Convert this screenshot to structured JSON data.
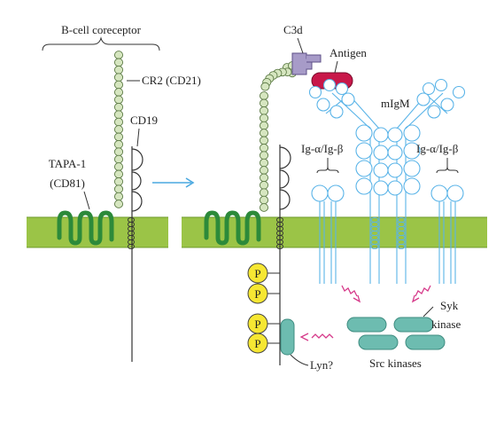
{
  "labels": {
    "bcell_coreceptor": "B-cell coreceptor",
    "cr2": "CR2 (CD21)",
    "cd19": "CD19",
    "tapa1_line1": "TAPA-1",
    "tapa1_line2": "(CD81)",
    "c3d": "C3d",
    "antigen": "Antigen",
    "migm": "mIgM",
    "ig_left": "Ig-α/Ig-β",
    "ig_right": "Ig-α/Ig-β",
    "syk_line1": "Syk",
    "syk_line2": "kinase",
    "src_kinases": "Src kinases",
    "lyn": "Lyn?",
    "phospho": [
      "P",
      "P",
      "P",
      "P"
    ]
  },
  "colors": {
    "membrane": "#9bc447",
    "membrane_edge": "#6e9a2a",
    "tapa1": "#2c8a3a",
    "cr2_beads": "#d6e6c0",
    "cr2_bead_edge": "#5c7a45",
    "bcr": "#5ab4e8",
    "c3d": "#a79bc8",
    "antigen": "#c8184a",
    "kinase": "#6dbcb0",
    "kinase_edge": "#3e8c80",
    "phospho_fill": "#f6e733",
    "activation_arrow": "#d63a8a",
    "transition_arrow": "#4aa8e0"
  },
  "icons": {
    "transition": "right-arrow-icon",
    "activation": "squiggle-arrow-icon"
  }
}
